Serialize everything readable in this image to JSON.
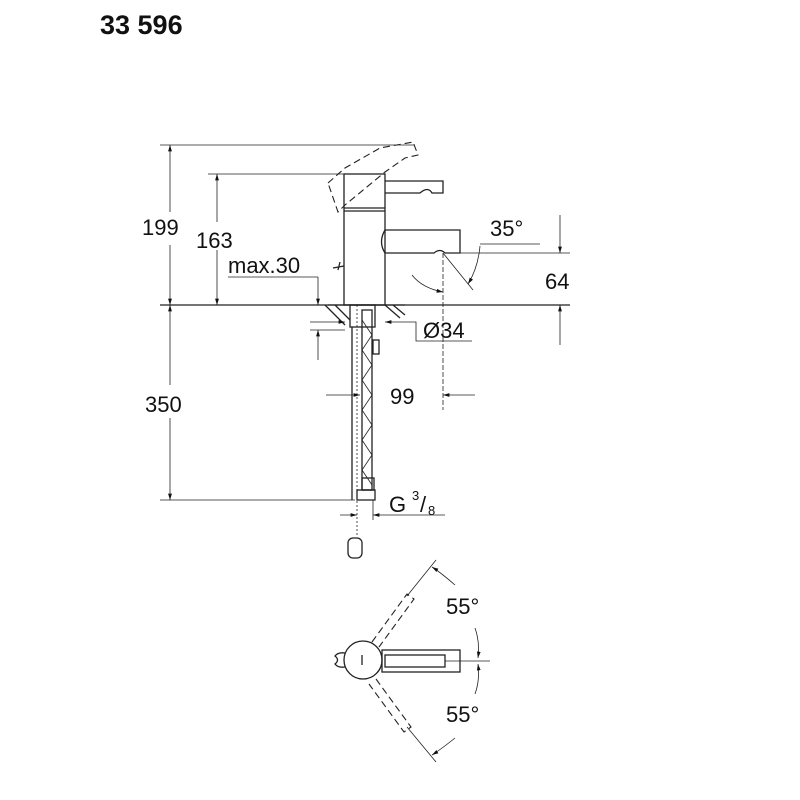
{
  "title": "33 596",
  "dimensions": {
    "total_height": "199",
    "lever_height": "163",
    "max_deck": "max.30",
    "spout_angle": "35°",
    "spout_height": "64",
    "hole_diameter": "Ø34",
    "projection": "99",
    "hose_length": "350",
    "thread_g": "G",
    "thread_num": "3",
    "thread_slash": "/",
    "thread_den": "8",
    "swivel_left": "55°",
    "swivel_right": "55°"
  }
}
